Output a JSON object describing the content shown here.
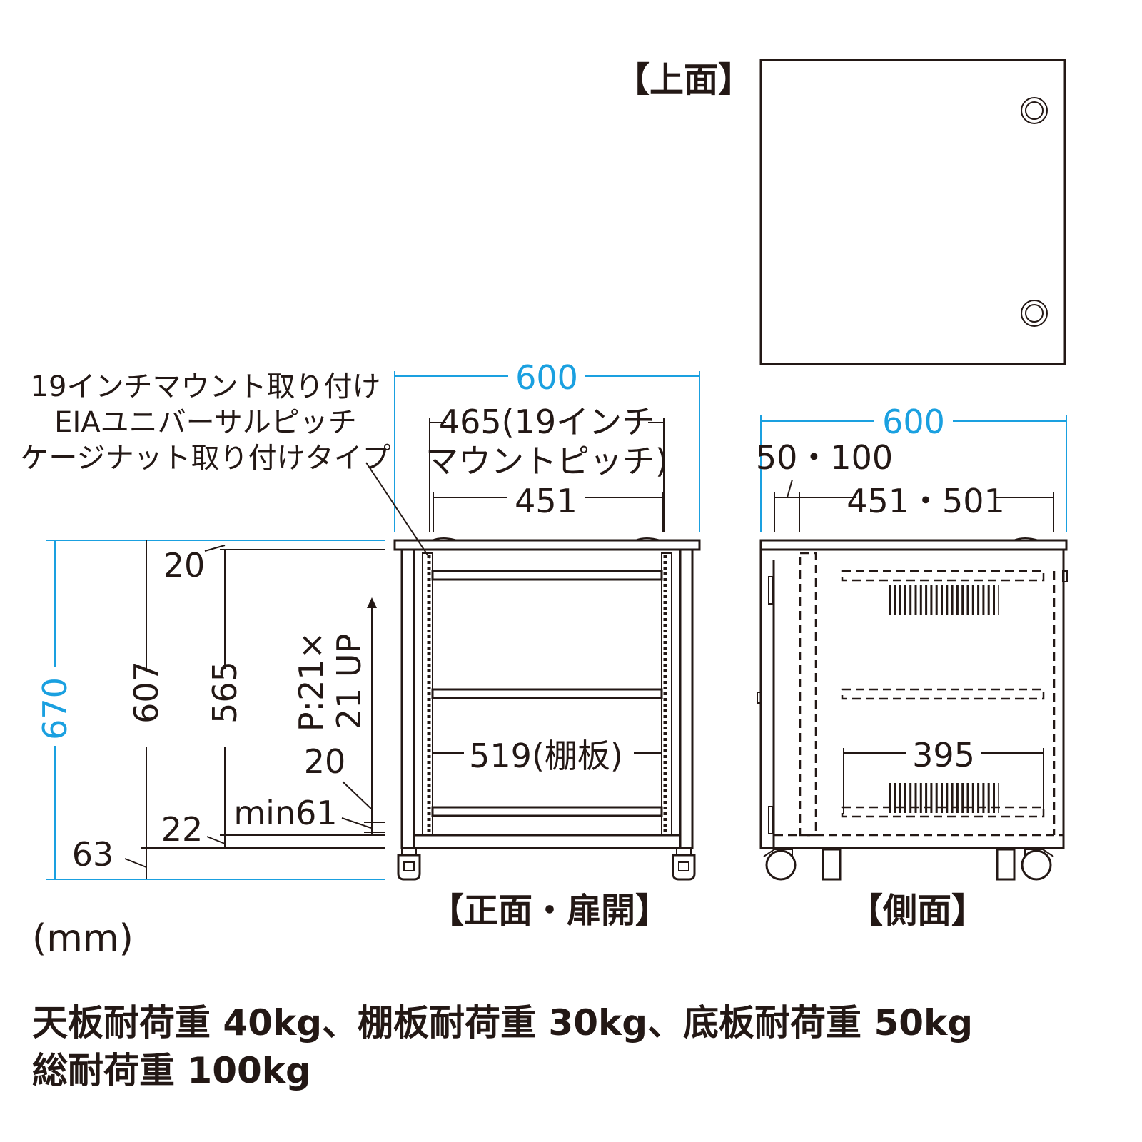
{
  "views": {
    "top_label": "【上面】",
    "front_label": "【正面・扉開】",
    "side_label": "【側面】"
  },
  "front": {
    "width_total": "600",
    "mount_pitch_line1": "465(19インチ",
    "mount_pitch_line2": "マウントピッチ)",
    "inner_width": "451",
    "shelf_width": "519(棚板)",
    "height_total": "670",
    "height_607": "607",
    "height_565": "565",
    "top_gap": "20",
    "pitch_line1": "P:21×",
    "pitch_line2": "21 UP",
    "gap_20": "20",
    "min61": "min61",
    "bottom_22": "22",
    "bottom_63": "63",
    "note_line1": "19インチマウント取り付け",
    "note_line2": "EIAユニバーサルピッチ",
    "note_line3": "ケージナット取り付けタイプ"
  },
  "side": {
    "depth_total": "600",
    "offset": "50・100",
    "inner_depth": "451・501",
    "shelf_depth": "395"
  },
  "unit": "(mm)",
  "load": {
    "line1": "天板耐荷重 40kg、棚板耐荷重 30kg、底板耐荷重 50kg",
    "line2": "総耐荷重 100kg"
  },
  "colors": {
    "dimension_blue": "#1aa0e0",
    "line": "#231815"
  }
}
